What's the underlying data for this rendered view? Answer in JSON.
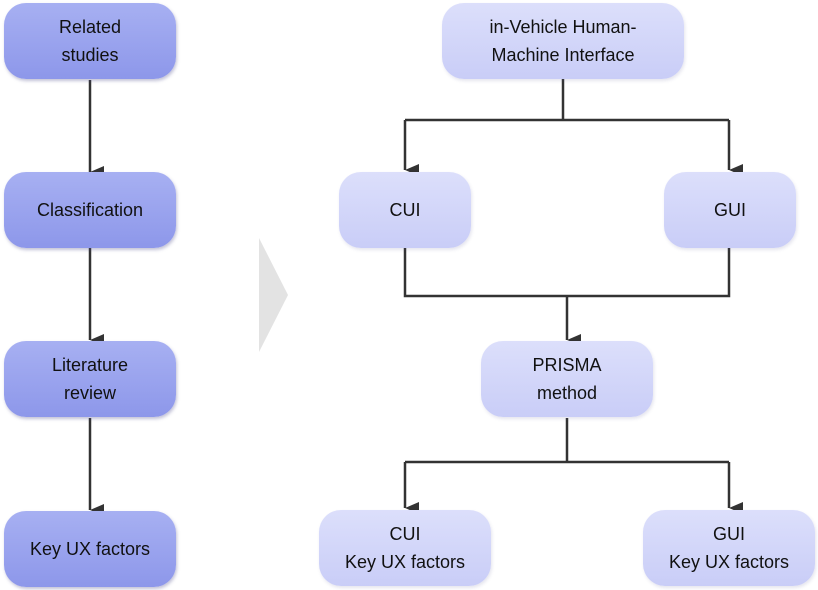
{
  "left_flow": {
    "related_studies": [
      "Related",
      "studies"
    ],
    "classification": [
      "Classification"
    ],
    "literature_review": [
      "Literature",
      "review"
    ],
    "key_ux_factors": [
      "Key UX factors"
    ]
  },
  "right_flow": {
    "hmi": [
      "in-Vehicle Human-",
      "Machine Interface"
    ],
    "cui": [
      "CUI"
    ],
    "gui": [
      "GUI"
    ],
    "prisma": [
      "PRISMA",
      "method"
    ],
    "cui_factors": [
      "CUI",
      "Key UX factors"
    ],
    "gui_factors": [
      "GUI",
      "Key UX factors"
    ]
  },
  "colors": {
    "left_node_fill": "#98a1ee",
    "right_node_fill": "#d2d6fa",
    "connector": "#333333",
    "transition_arrow": "#e3e3e3"
  }
}
